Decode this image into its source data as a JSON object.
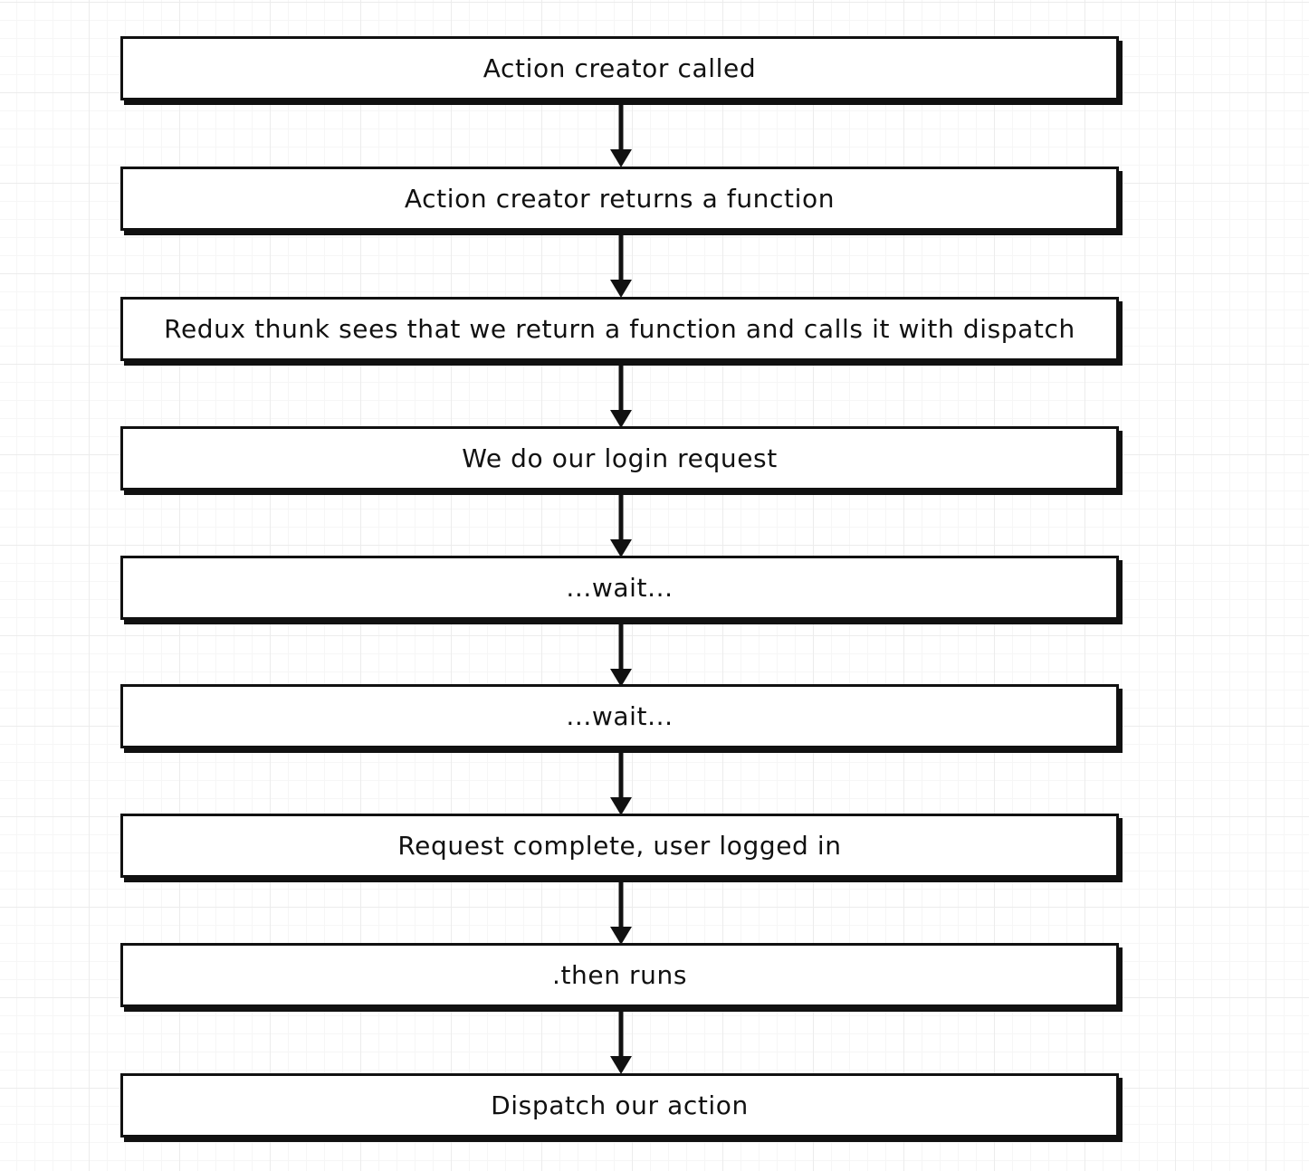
{
  "flowchart": {
    "steps": [
      {
        "label": "Action creator called"
      },
      {
        "label": "Action creator returns a function"
      },
      {
        "label": "Redux thunk sees that we return a function and calls it with dispatch"
      },
      {
        "label": "We do our login request"
      },
      {
        "label": "...wait..."
      },
      {
        "label": "...wait..."
      },
      {
        "label": "Request complete, user logged in"
      },
      {
        "label": ".then runs"
      },
      {
        "label": "Dispatch our action"
      }
    ],
    "colors": {
      "line": "#111111",
      "box_fill": "#ffffff",
      "grid": "#ececec"
    }
  }
}
